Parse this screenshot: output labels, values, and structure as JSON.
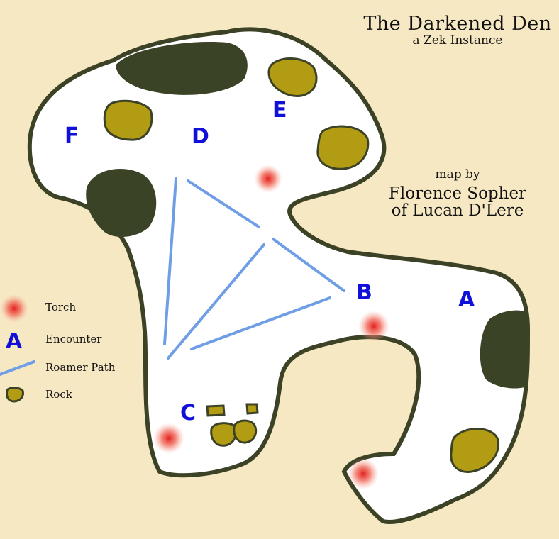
{
  "title": "The Darkened Den",
  "subtitle": "a Zek Instance",
  "credit": {
    "label": "map by",
    "author": "Florence Sopher",
    "guild": "of Lucan D'Lere"
  },
  "encounters": [
    "A",
    "B",
    "C",
    "D",
    "E",
    "F"
  ],
  "legend": {
    "torch": "Torch",
    "encounter_symbol": "A",
    "encounter": "Encounter",
    "roamer_path": "Roamer Path",
    "rock": "Rock"
  },
  "colors": {
    "parchment": "#f6e8c3",
    "cave_floor": "#ffffff",
    "cave_wall": "#3c4226",
    "shadow": "#3a4326",
    "rock": "#b29c14",
    "torch": "#e41f1f",
    "roamer_path": "#6f9ee6",
    "encounter": "#1010d8"
  }
}
